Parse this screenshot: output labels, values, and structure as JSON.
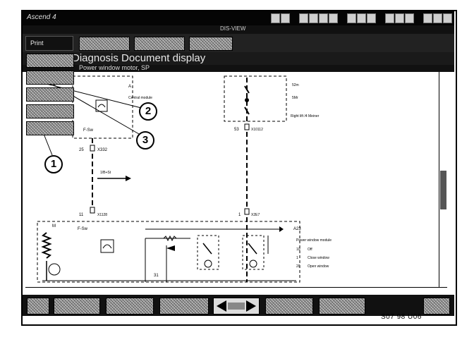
{
  "window": {
    "title": "Ascend 4"
  },
  "menubar": {
    "title": "DIS-VIEW"
  },
  "toolbar": {
    "print_label": "Print"
  },
  "heading": {
    "title": "Diagnosis  Document display",
    "subtitle": "Power window motor, SP"
  },
  "diagram": {
    "top_left": {
      "connector": "A",
      "module_label": "Central module",
      "pin": "25",
      "plug": "X332",
      "label": "F-Sw"
    },
    "top_right": {
      "top_label": "52m",
      "mid_label": "5Mr",
      "note": "Right lift /4 Meiner",
      "pin": "53",
      "plug": "X10112"
    },
    "signal": {
      "label": "1/B+St"
    },
    "bottom": {
      "left_pin": "11",
      "left_plug": "X1128",
      "right_pin": "1",
      "right_plug": "X2E7",
      "motor_label": "M",
      "box_label": "F-Sw",
      "module_id": "A23",
      "module_desc": "Power window module",
      "legend": [
        {
          "code": "10",
          "text": "Off"
        },
        {
          "code": "1",
          "text": "Close window"
        },
        {
          "code": "20",
          "text": "Open window"
        }
      ],
      "ground_pin": "31"
    }
  },
  "callouts": [
    "2",
    "3",
    "1"
  ],
  "figure_code": "S07 98 U06"
}
